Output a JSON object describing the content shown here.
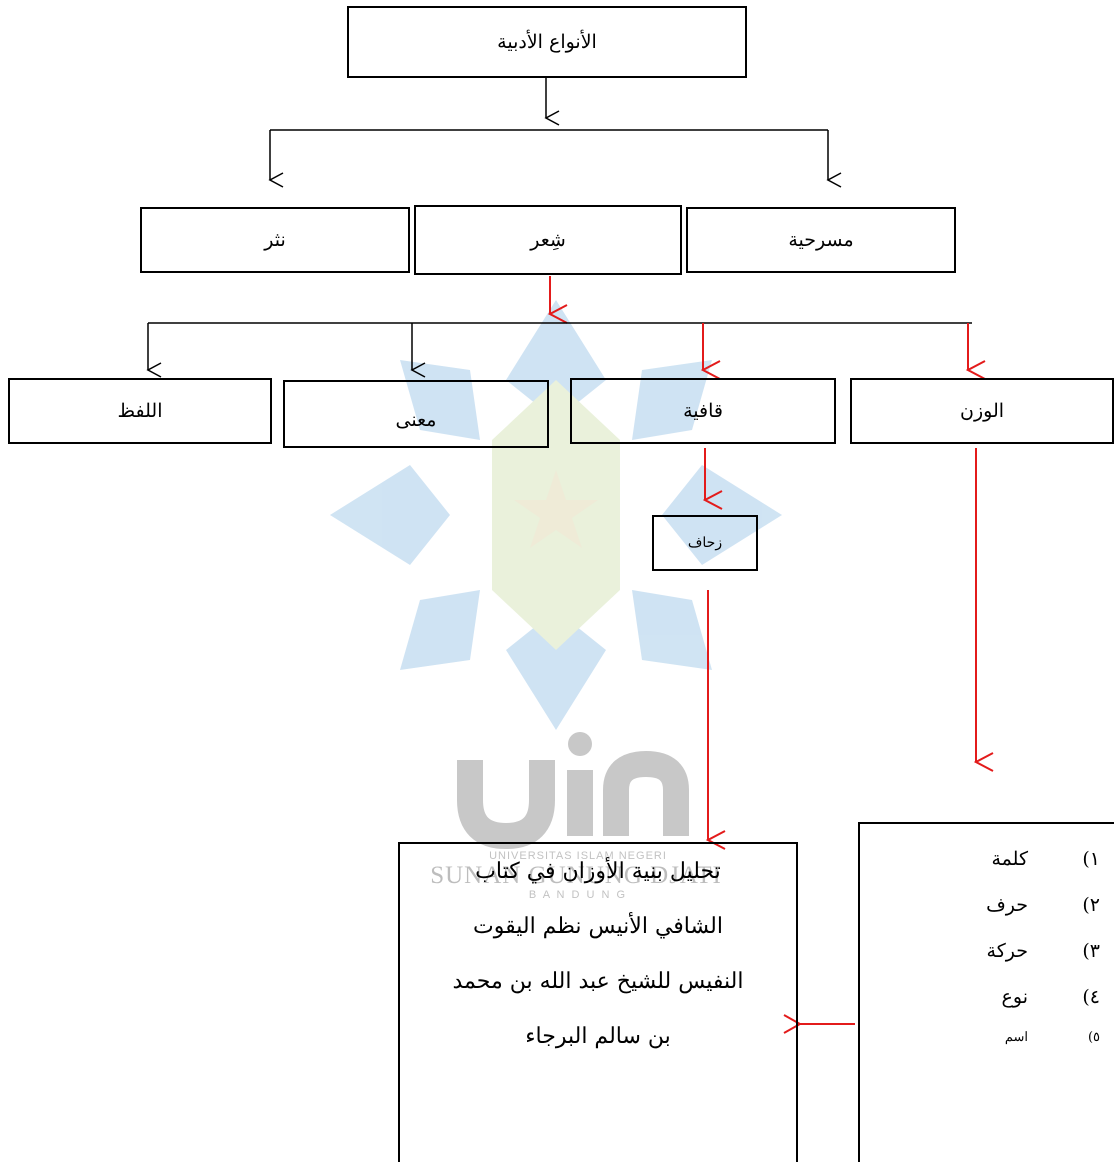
{
  "root": {
    "label": "الأنواع الأدبية"
  },
  "level1": {
    "drama": "مسرحية",
    "poetry": "شِعر",
    "prose": "نثر"
  },
  "level2": {
    "meter": "الوزن",
    "rhyme": "قافية",
    "meaning": "معنى",
    "wording": "اللفظ"
  },
  "zihaf": {
    "label": "زحاف"
  },
  "thesis": {
    "lines": [
      "تحليل بنية الأوزان في كتاب",
      "الشافي الأنيس نظم اليقوت",
      "النفيس للشيخ عبد الله بن محمد",
      "بن سالم البرجاء"
    ]
  },
  "meter_items": [
    {
      "num": "١)",
      "text": "كلمة"
    },
    {
      "num": "٢)",
      "text": "حرف"
    },
    {
      "num": "٣)",
      "text": "حركة"
    },
    {
      "num": "٤)",
      "text": "نوع"
    },
    {
      "num": "٥)",
      "text": "اسم"
    }
  ],
  "watermark": {
    "logo_text": "uin",
    "line1": "UNIVERSITAS ISLAM NEGERI",
    "line2": "SUNAN GUNUNG DJATI",
    "line3": "B A N D U N G"
  },
  "colors": {
    "highlight_arrow": "#e31b1b",
    "black_arrow": "#000000",
    "watermark_blue": "#6fa9dc",
    "watermark_green": "#c7d99e",
    "watermark_gray": "#bdbdbd"
  }
}
